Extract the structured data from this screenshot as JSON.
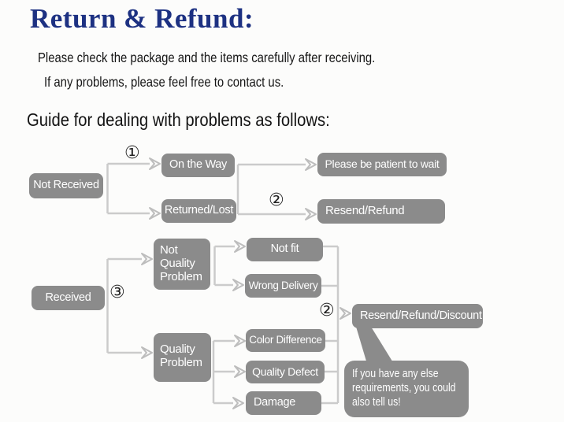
{
  "header": {
    "title": "Return & Refund:",
    "intro_line1": "Please check the package and the items carefully after receiving.",
    "intro_line2": "If any problems, please feel free to contact us.",
    "guide_heading": "Guide for dealing with problems as follows:"
  },
  "colors": {
    "title_navy": "#1d3182",
    "node_gray": "#8b8b8b",
    "connector_gray": "#cbcbcb",
    "node_text": "#ffffff",
    "body_text": "#161616"
  },
  "flowchart": {
    "markers": {
      "step1": "①",
      "step2_top": "②",
      "step3": "③",
      "step2_bottom": "②"
    },
    "nodes": {
      "not_received": "Not Received",
      "on_the_way": "On the Way",
      "returned_lost": "Returned/Lost",
      "be_patient": "Please be patient to wait",
      "resend_refund": "Resend/Refund",
      "received": "Received",
      "not_quality_problem": "Not Quality Problem",
      "not_fit": "Not fit",
      "wrong_delivery": "Wrong Delivery",
      "resend_refund_discount": "Resend/Refund/Discount",
      "quality_problem": "Quality Problem",
      "color_difference": "Color Difference",
      "quality_defect": "Quality Defect",
      "damage": "Damage"
    },
    "bubble": {
      "lines": [
        "If you have any else",
        "requirements, you could",
        "also tell us!"
      ]
    }
  }
}
